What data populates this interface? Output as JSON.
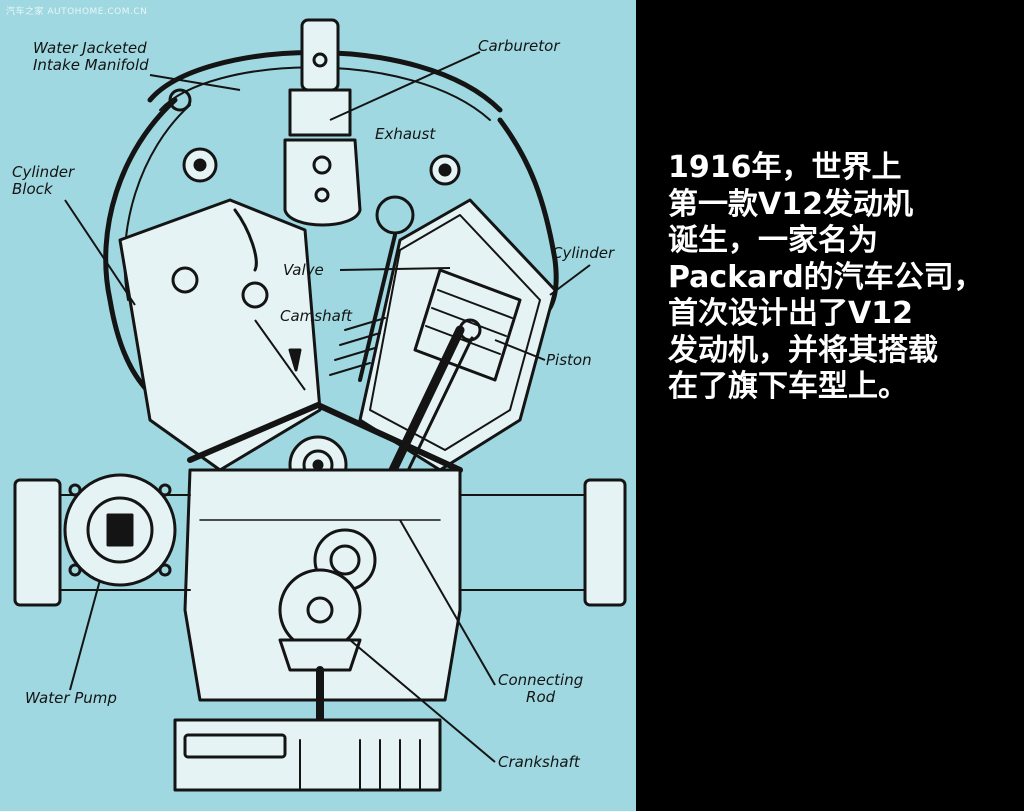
{
  "watermark": "汽车之家 AUTOHOME.COM.CN",
  "diagram": {
    "labels": {
      "water_jacketed_intake_manifold": "Water Jacketed\nIntake Manifold",
      "carburetor": "Carburetor",
      "exhaust": "Exhaust",
      "cylinder_block": "Cylinder\nBlock",
      "cylinder": "Cylinder",
      "valve": "Valve",
      "camshaft": "Camshaft",
      "piston": "Piston",
      "water_pump": "Water Pump",
      "connecting_rod": "Connecting\nRod",
      "crankshaft": "Crankshaft"
    }
  },
  "caption": {
    "lines": [
      "1916年，世界上",
      "第一款V12发动机",
      "诞生，一家名为",
      "Packard的汽车公司，",
      "首次设计出了V12",
      "发动机，并将其搭载",
      "在了旗下车型上。"
    ]
  },
  "colors": {
    "diagram_background": "#9fd8e0",
    "ink": "#141414",
    "page_background": "#000000",
    "caption_text": "#ffffff"
  }
}
